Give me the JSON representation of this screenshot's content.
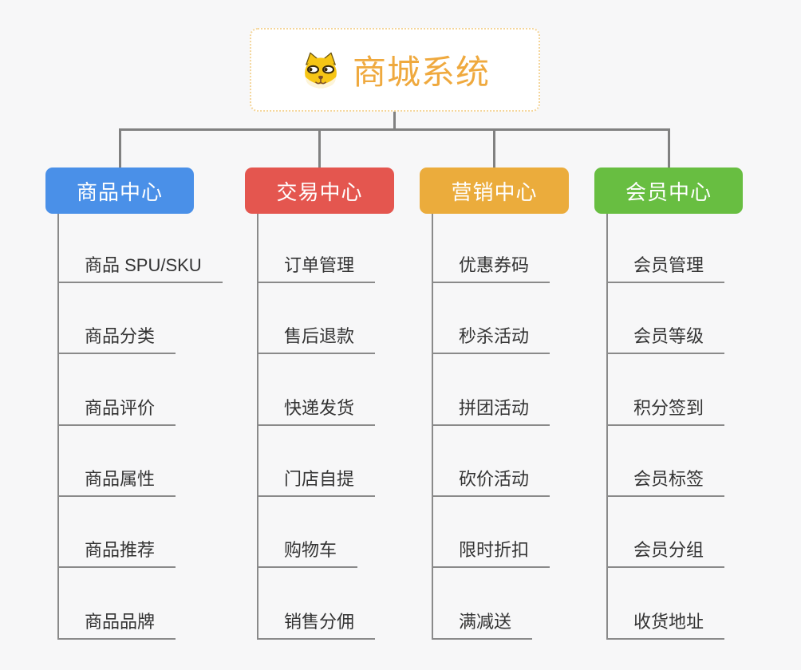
{
  "root": {
    "title": "商城系统",
    "icon": "dog-icon",
    "title_color": "#efa93e",
    "border_color": "#f4d59a"
  },
  "connector_color": "#818181",
  "leaf_line_color": "#8a8a8a",
  "background_color": "#f7f7f8",
  "branches": [
    {
      "label": "商品中心",
      "color": "#4a90e8",
      "children": [
        "商品 SPU/SKU",
        "商品分类",
        "商品评价",
        "商品属性",
        "商品推荐",
        "商品品牌"
      ]
    },
    {
      "label": "交易中心",
      "color": "#e4564f",
      "children": [
        "订单管理",
        "售后退款",
        "快递发货",
        "门店自提",
        "购物车",
        "销售分佣"
      ]
    },
    {
      "label": "营销中心",
      "color": "#ebac3c",
      "children": [
        "优惠券码",
        "秒杀活动",
        "拼团活动",
        "砍价活动",
        "限时折扣",
        "满减送"
      ]
    },
    {
      "label": "会员中心",
      "color": "#68be41",
      "children": [
        "会员管理",
        "会员等级",
        "积分签到",
        "会员标签",
        "会员分组",
        "收货地址"
      ]
    }
  ]
}
